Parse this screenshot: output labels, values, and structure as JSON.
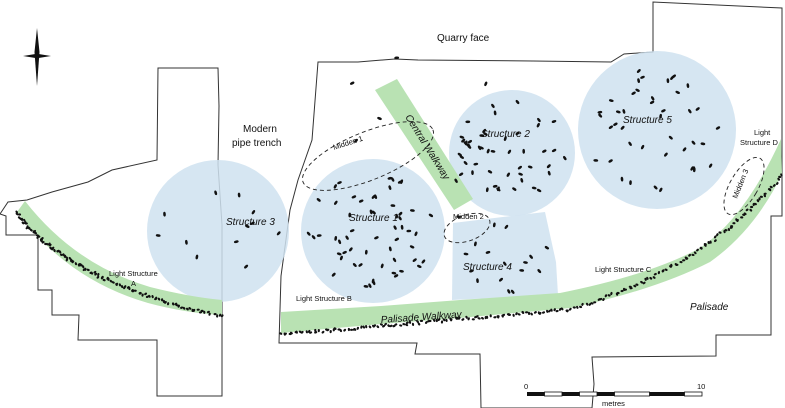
{
  "labels": {
    "quarry_face": "Quarry face",
    "pipe_trench_line1": "Modern",
    "pipe_trench_line2": "pipe trench",
    "central_walkway": "Central Walkway",
    "palisade_walkway": "Palisade Walkway",
    "palisade": "Palisade",
    "midden_1": "Midden 1",
    "midden_2": "Midden 2",
    "midden_3": "Midden 3",
    "structure_1": "Structure 1",
    "structure_2": "Structure 2",
    "structure_3": "Structure 3",
    "structure_4": "Structure 4",
    "structure_5": "Structure 5",
    "light_structure_a_line1": "Light Structure",
    "light_structure_a_line2": "A",
    "light_structure_b": "Light Structure B",
    "light_structure_c": "Light Structure C",
    "light_structure_d_line1": "Light",
    "light_structure_d_line2": "Structure D"
  },
  "scale_bar": {
    "start": "0",
    "end": "10",
    "unit": "metres"
  },
  "colors": {
    "structure_fill": "#cfe2f0",
    "walkway_fill": "#b9e2b3",
    "outline": "#333333",
    "postholes": "#111111"
  },
  "icons": {
    "north_arrow": "north-arrow-icon"
  }
}
